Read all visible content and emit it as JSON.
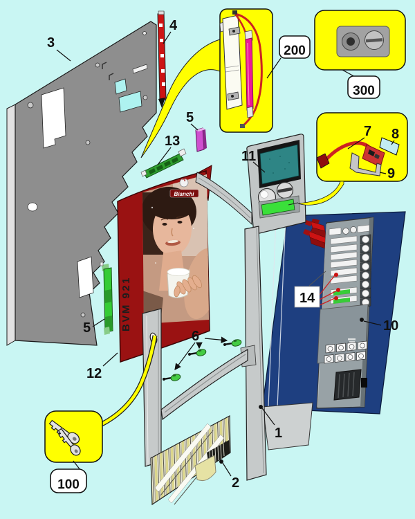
{
  "machine": {
    "model_text": "BVM 921",
    "logo_text": "Bianchi"
  },
  "callouts": {
    "c1": "1",
    "c2": "2",
    "c3": "3",
    "c4": "4",
    "c5a": "5",
    "c5b": "5",
    "c6": "6",
    "c7": "7",
    "c8": "8",
    "c9": "9",
    "c10": "10",
    "c11": "11",
    "c12": "12",
    "c13": "13",
    "c14": "14",
    "c100": "100",
    "c200": "200",
    "c300": "300"
  },
  "colors": {
    "background": "#c9f6f3",
    "highlight_yellow": "#ffff00",
    "panel_gray": "#8e8e8e",
    "front_panel_red": "#9a1212",
    "door_navy": "#1e3f80",
    "accent_green": "#3ae03a",
    "accent_magenta": "#cf4fcf",
    "cable_red": "#cc2222"
  }
}
